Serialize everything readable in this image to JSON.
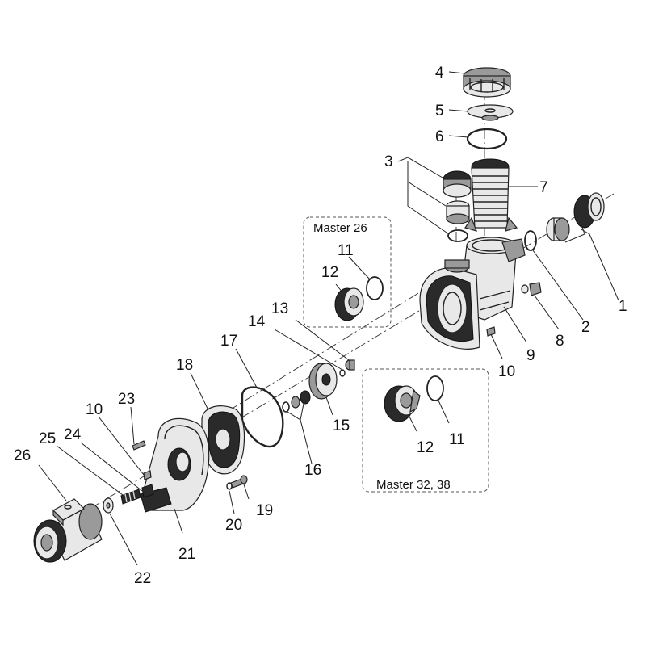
{
  "callouts": [
    {
      "id": "1",
      "text": "1"
    },
    {
      "id": "2",
      "text": "2"
    },
    {
      "id": "3",
      "text": "3"
    },
    {
      "id": "4",
      "text": "4"
    },
    {
      "id": "5",
      "text": "5"
    },
    {
      "id": "6",
      "text": "6"
    },
    {
      "id": "7",
      "text": "7"
    },
    {
      "id": "8",
      "text": "8"
    },
    {
      "id": "9",
      "text": "9"
    },
    {
      "id": "10a",
      "text": "10"
    },
    {
      "id": "10b",
      "text": "10"
    },
    {
      "id": "11a",
      "text": "11"
    },
    {
      "id": "11b",
      "text": "11"
    },
    {
      "id": "12a",
      "text": "12"
    },
    {
      "id": "12b",
      "text": "12"
    },
    {
      "id": "13",
      "text": "13"
    },
    {
      "id": "14",
      "text": "14"
    },
    {
      "id": "15",
      "text": "15"
    },
    {
      "id": "16",
      "text": "16"
    },
    {
      "id": "17",
      "text": "17"
    },
    {
      "id": "18",
      "text": "18"
    },
    {
      "id": "19",
      "text": "19"
    },
    {
      "id": "20",
      "text": "20"
    },
    {
      "id": "21",
      "text": "21"
    },
    {
      "id": "22",
      "text": "22"
    },
    {
      "id": "23",
      "text": "23"
    },
    {
      "id": "24",
      "text": "24"
    },
    {
      "id": "25",
      "text": "25"
    },
    {
      "id": "26",
      "text": "26"
    }
  ],
  "variant_boxes": {
    "small": {
      "label": "Master 26"
    },
    "large": {
      "label": "Master  32, 38"
    }
  }
}
